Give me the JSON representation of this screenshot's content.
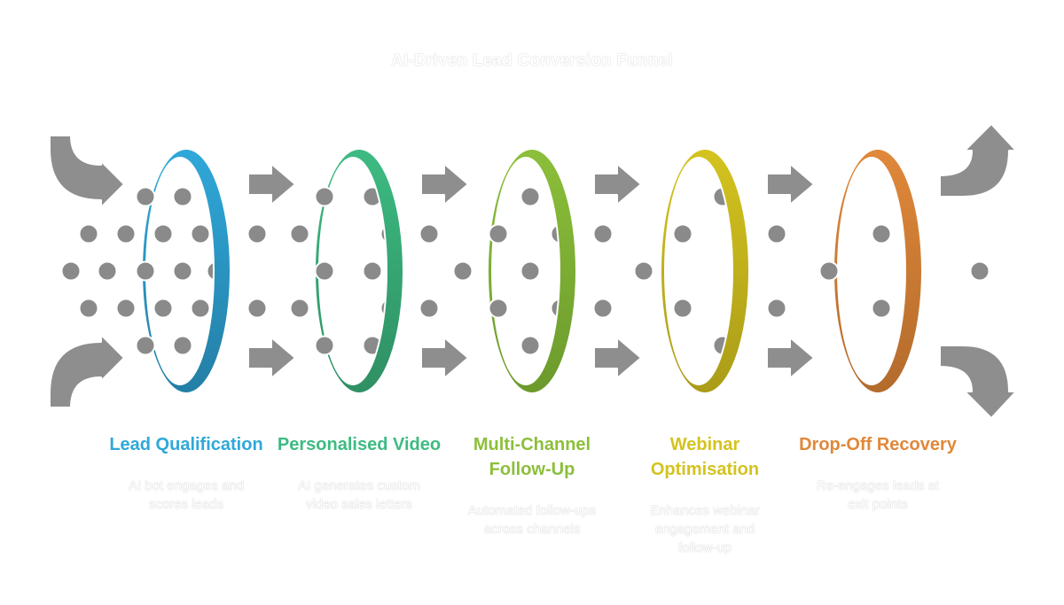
{
  "title": "AI-Driven Lead Conversion Funnel",
  "colors": {
    "arrow": "#8e8e8e",
    "dot": "#8a8a8a",
    "stroke": "#ffffff"
  },
  "stages": [
    {
      "label": "Lead Qualification",
      "description": "AI bot engages and scores leads",
      "color": "#2fa8d9",
      "color_dark": "#247fa6"
    },
    {
      "label": "Personalised Video",
      "description": "AI generates custom video sales letters",
      "color": "#3dbb82",
      "color_dark": "#2f8f63"
    },
    {
      "label": "Multi-Channel Follow-Up",
      "description": "Automated follow-ups across channels",
      "color": "#8cbf3a",
      "color_dark": "#6b9a2c"
    },
    {
      "label": "Webinar Optimisation",
      "description": "Enhances webinar engagement and follow-up",
      "color": "#d4c31f",
      "color_dark": "#aa9c18"
    },
    {
      "label": "Drop-Off Recovery",
      "description": "Re-engages leads at exit points",
      "color": "#e0883a",
      "color_dark": "#b36b2c"
    }
  ]
}
